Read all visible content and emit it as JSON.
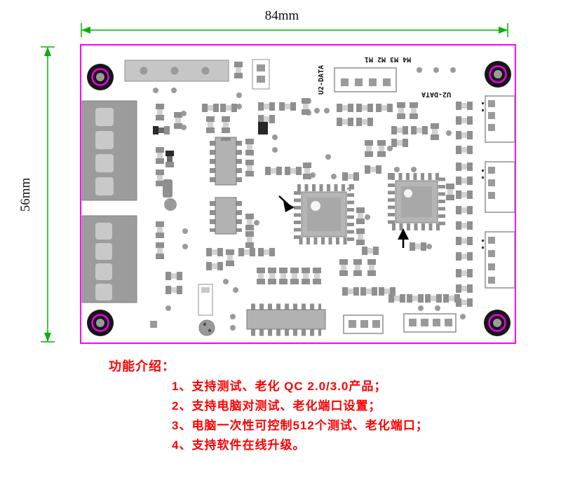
{
  "diagram": {
    "width_label": "84mm",
    "height_label": "56mm",
    "silkscreen": {
      "m_ports_label": "M4 M3 M2 M1",
      "u2_data_left": "U2-DATA",
      "u2_data_right": "U2-DATA"
    }
  },
  "features": {
    "title": "功能介绍：",
    "items": [
      "1、支持测试、老化 QC 2.0/3.0产品；",
      "2、支持电脑对测试、老化端口设置；",
      "3、电脑一次性可控制512个测试、老化端口；",
      "4、支持软件在线升级。"
    ]
  },
  "colors": {
    "board_outline": "#ff00ff",
    "dimension_lines": "#00b400",
    "feature_text": "#ff0000",
    "component_gray": "#9a9a9a"
  }
}
